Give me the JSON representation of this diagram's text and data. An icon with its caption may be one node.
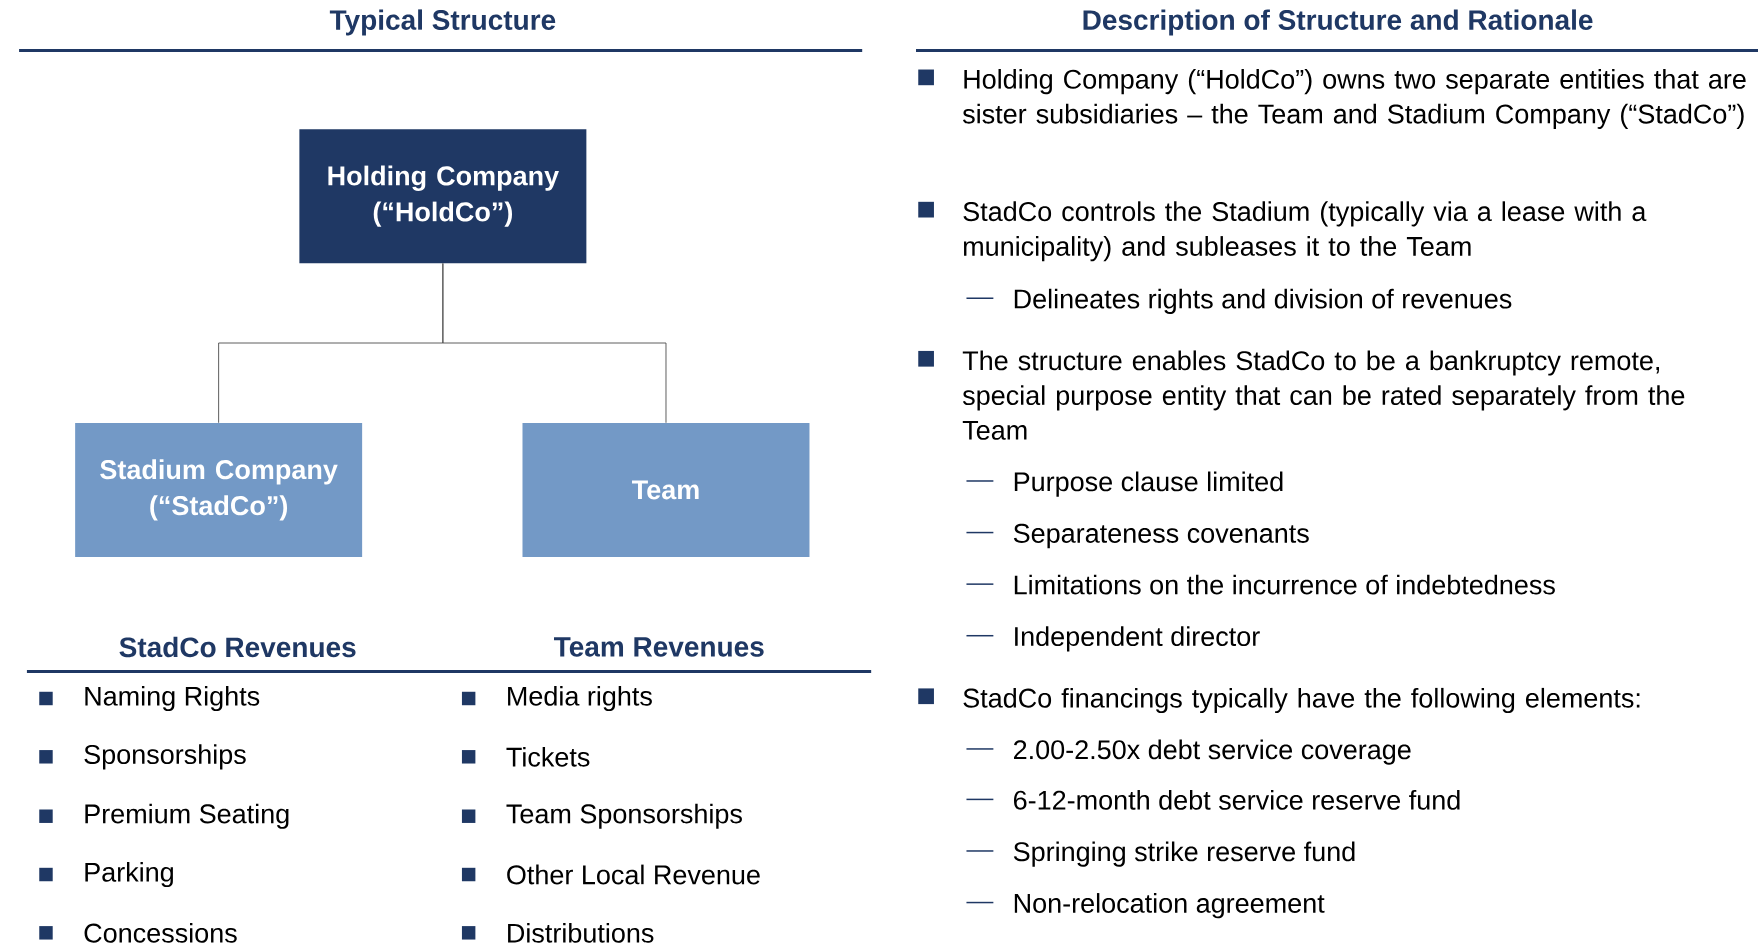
{
  "diagram": {
    "nodes": [
      {
        "text": [
          "Holding Company (“HoldCo”)"
        ]
      },
      {
        "text": [
          "Stadium Company (“StadCo”)"
        ]
      },
      {
        "text": [
          "Team"
        ]
      }
    ],
    "edges": [
      {
        "from": 0,
        "to": 1,
        "arrow": "none"
      },
      {
        "from": 0,
        "to": 2,
        "arrow": "none"
      }
    ],
    "labels": [
      "Typical Structure",
      "Description of Structure and Rationale",
      "StadCo Revenues",
      "Team Revenues",
      "Naming Rights",
      "Sponsorships",
      "Premium Seating",
      "Parking",
      "Concessions",
      "Media rights",
      "Tickets",
      "Team Sponsorships",
      "Other Local Revenue",
      "Distributions",
      "Holding Company (“HoldCo”) owns two separate entities that are sister subsidiaries – the Team and Stadium Company (“StadCo”)",
      "StadCo controls the Stadium (typically via a lease with a municipality) and subleases it to the Team",
      "Delineates rights and division of revenues",
      "The structure enables StadCo to be a bankruptcy remote, special purpose entity that can be rated separately from the Team",
      "Purpose clause limited",
      "Separateness covenants",
      "Limitations on the incurrence of indebtedness",
      "Independent director",
      "StadCo financings typically have the following elements:",
      "2.00-2.50x debt service coverage",
      "6-12-month debt service reserve fund",
      "Springing strike reserve fund",
      "Non-relocation agreement"
    ]
  }
}
